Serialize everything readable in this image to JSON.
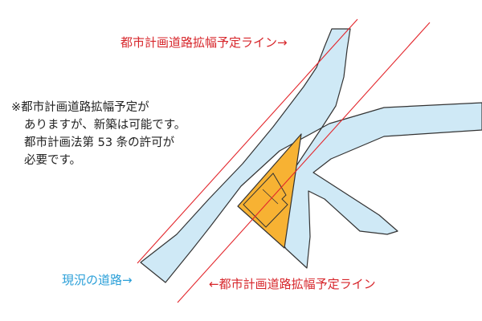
{
  "labels": {
    "planned_line_top": "都市計画道路拡幅予定ライン→",
    "planned_line_bottom": "←都市計画道路拡幅予定ライン",
    "current_road": "現況の道路→"
  },
  "note": {
    "lines": [
      "※都市計画道路拡幅予定が",
      "ありますが、新築は可能です。",
      "都市計画法第 53 条の許可が",
      "必要です。"
    ]
  },
  "colors": {
    "road_fill": "#cfe9f6",
    "road_stroke": "#333333",
    "planned_line": "#e3262c",
    "property_fill": "#f7b233",
    "text_red": "#d7262b",
    "text_blue": "#2a9fd8",
    "text_dark": "#222222"
  }
}
